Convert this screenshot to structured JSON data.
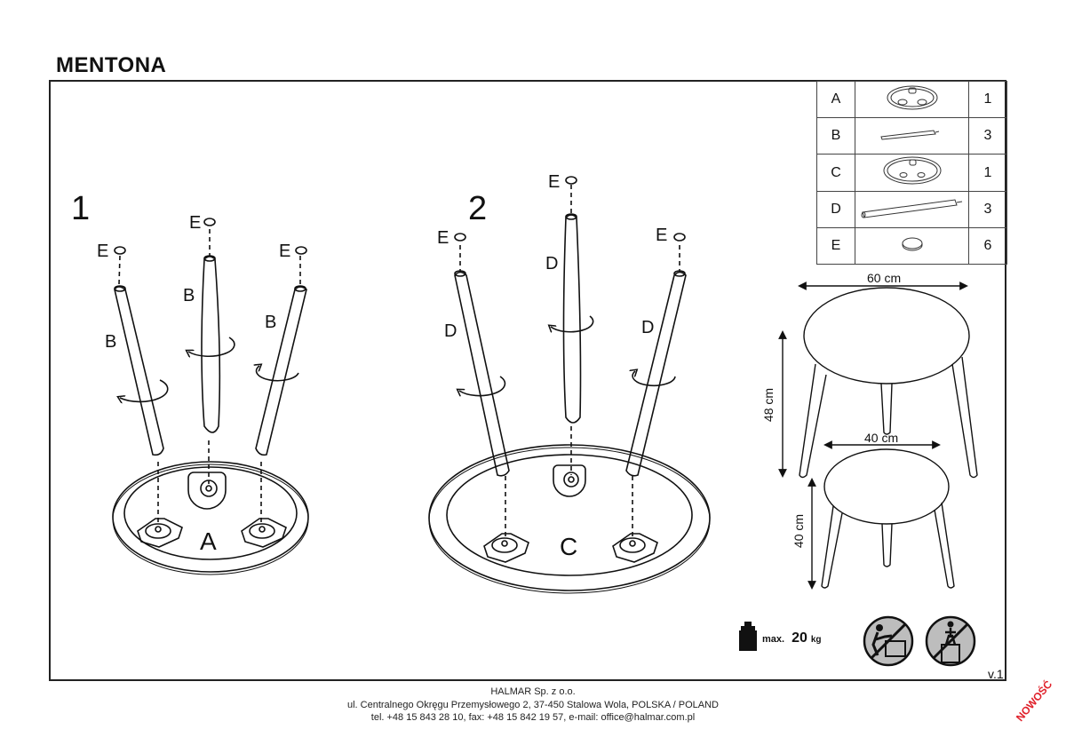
{
  "document": {
    "title": "MENTONA",
    "version": "v.1",
    "badge": "NOWOŚĆ"
  },
  "steps": [
    {
      "number": "1",
      "top_label": "A",
      "leg_label": "B",
      "cap_label": "E"
    },
    {
      "number": "2",
      "top_label": "C",
      "leg_label": "D",
      "cap_label": "E"
    }
  ],
  "parts": [
    {
      "label": "A",
      "icon": "large-tabletop-underside-icon",
      "qty": "1"
    },
    {
      "label": "B",
      "icon": "short-leg-icon",
      "qty": "3"
    },
    {
      "label": "C",
      "icon": "small-tabletop-underside-icon",
      "qty": "1"
    },
    {
      "label": "D",
      "icon": "long-leg-icon",
      "qty": "3"
    },
    {
      "label": "E",
      "icon": "foot-cap-icon",
      "qty": "6"
    }
  ],
  "dimensions": {
    "large_width": "60 cm",
    "large_height": "48 cm",
    "small_width": "40 cm",
    "small_height": "40 cm"
  },
  "warnings": {
    "max_label": "max.",
    "max_value": "20",
    "max_unit": "kg",
    "icons": [
      "no-climbing-icon",
      "no-standing-icon"
    ]
  },
  "footer": {
    "company": "HALMAR Sp. z o.o.",
    "address": "ul. Centralnego Okręgu Przemysłowego 2, 37-450 Stalowa Wola, POLSKA / POLAND",
    "contact": "tel. +48 15 843 28 10, fax: +48 15 842 19 57, e-mail: office@halmar.com.pl"
  }
}
